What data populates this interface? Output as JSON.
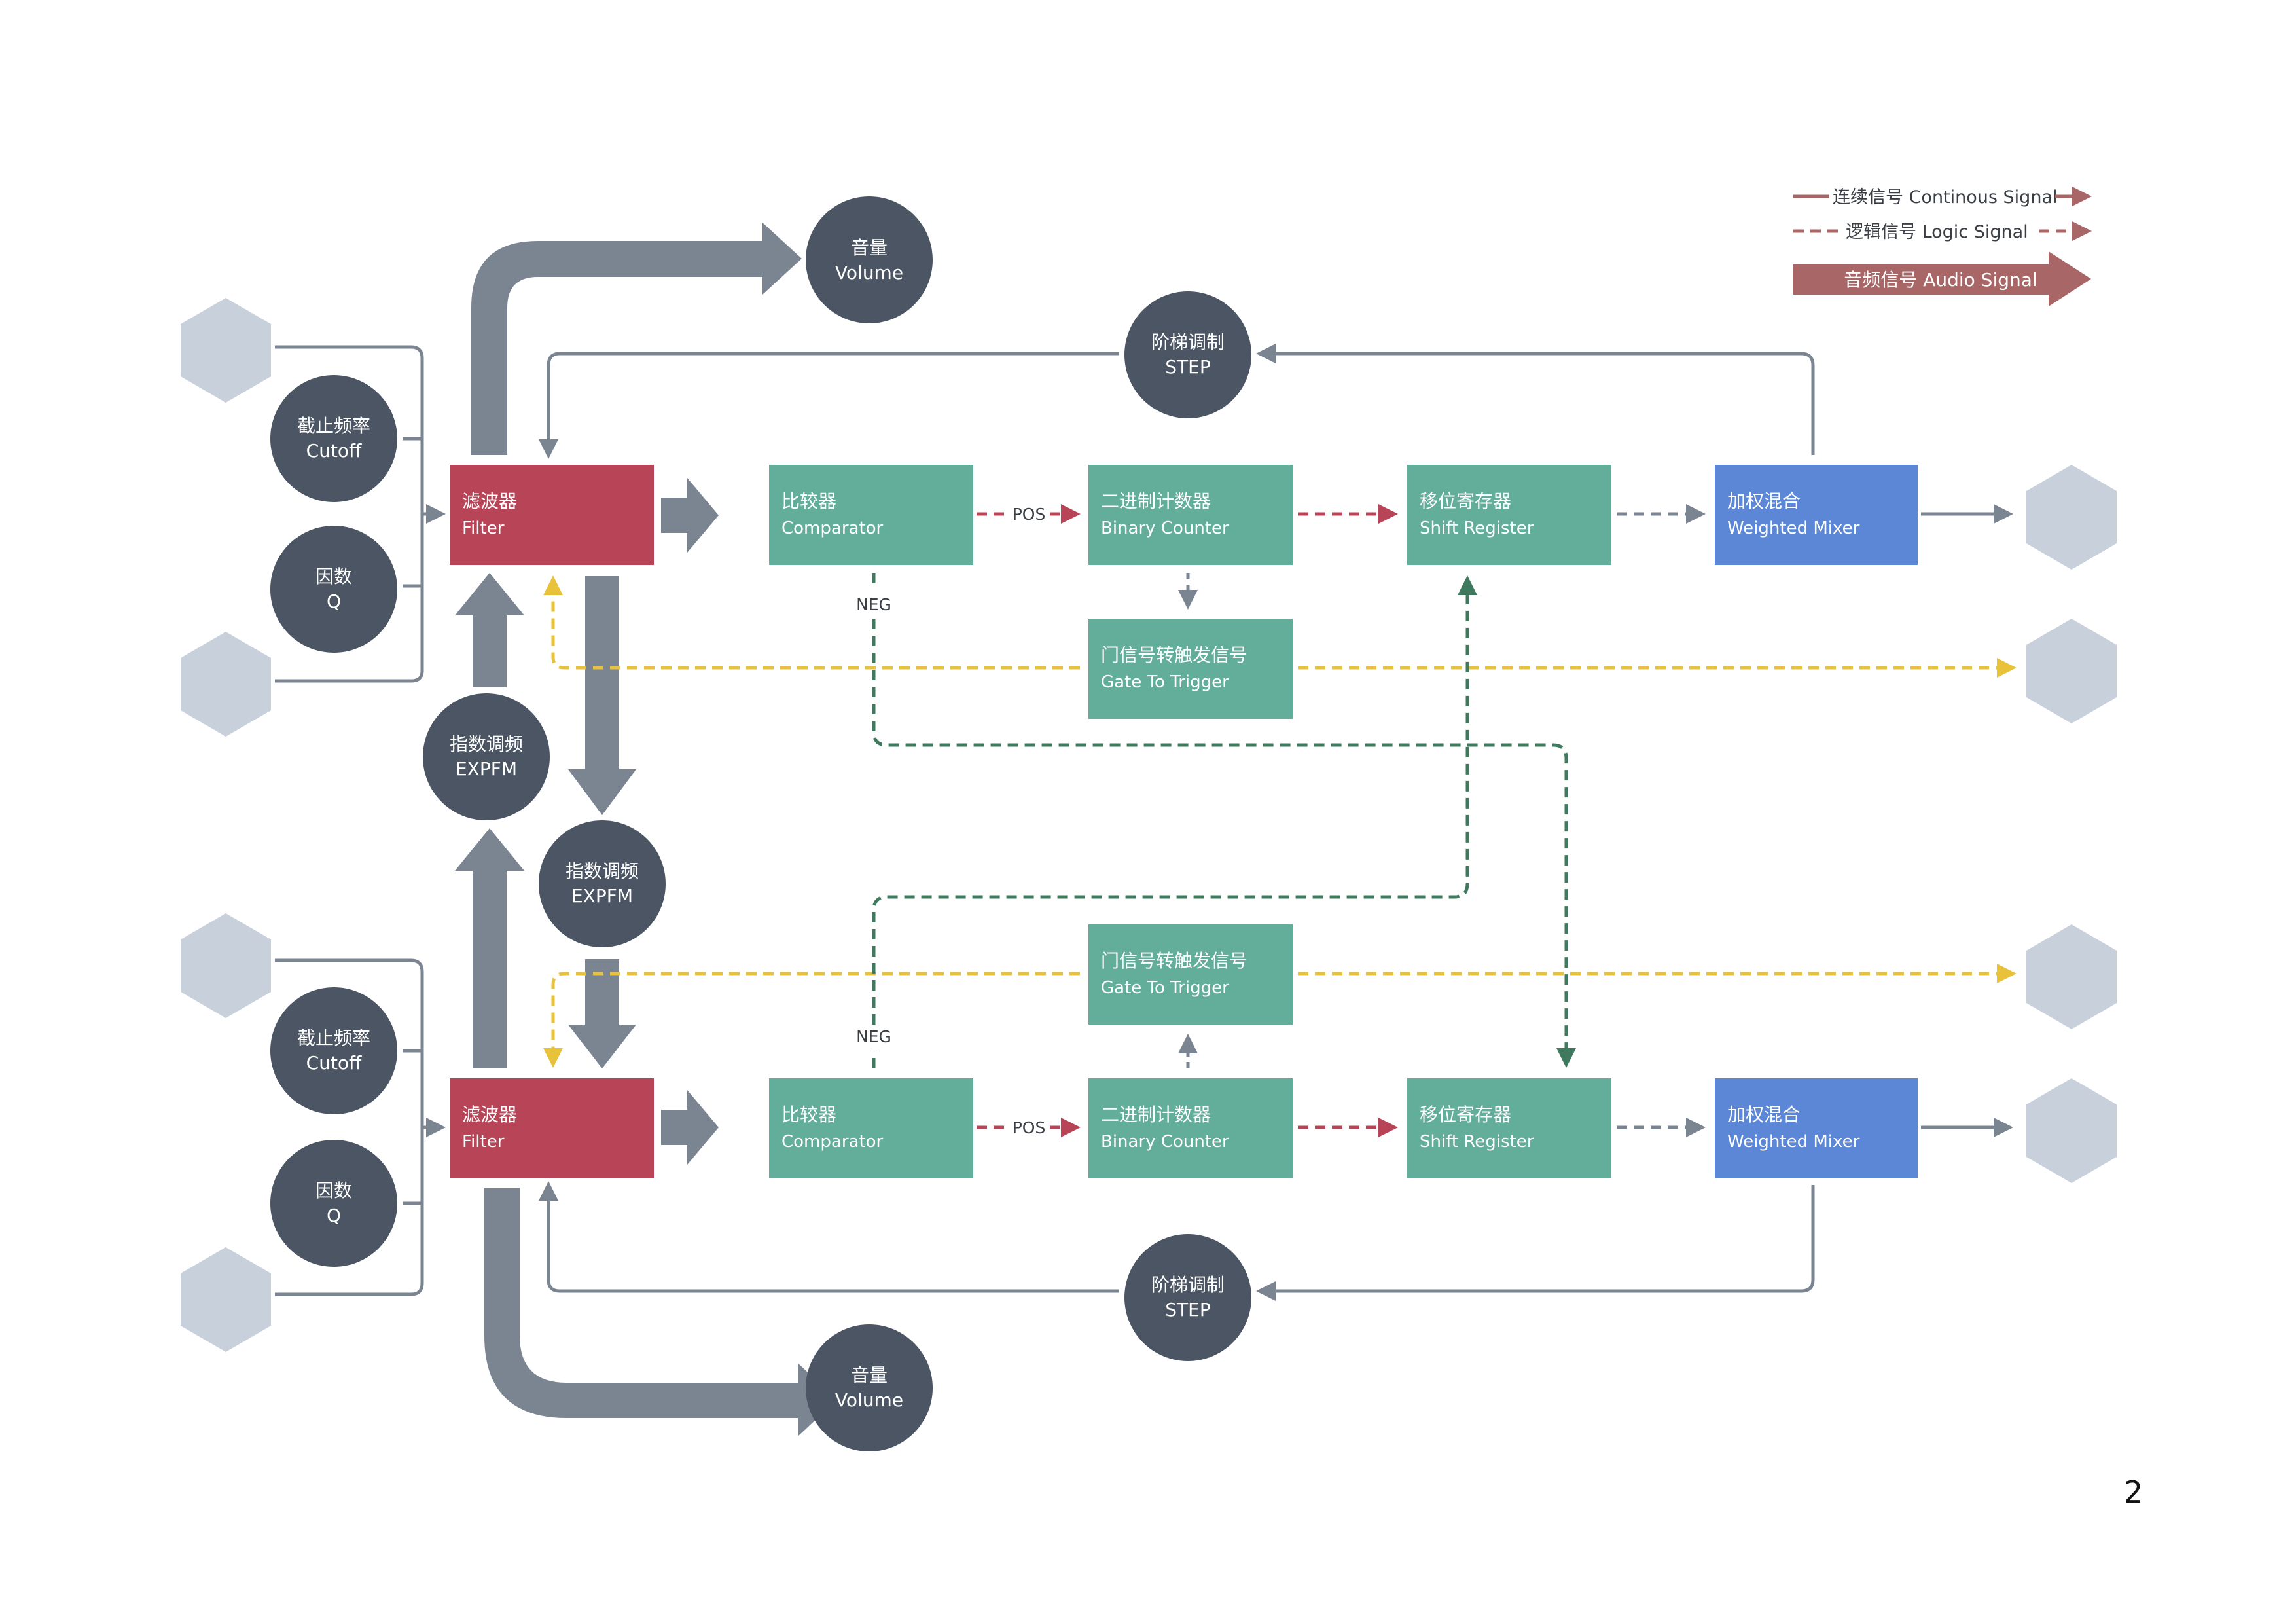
{
  "legend": {
    "continuous": "连续信号 Continous Signal",
    "logic": "逻辑信号 Logic Signal",
    "audio": "音频信号 Audio Signal"
  },
  "modules": {
    "filter": {
      "title": "滤波器",
      "sub": "Filter"
    },
    "comparator": {
      "title": "比较器",
      "sub": "Comparator"
    },
    "binary_counter": {
      "title": "二进制计数器",
      "sub": "Binary Counter"
    },
    "shift_register": {
      "title": "移位寄存器",
      "sub": "Shift Register"
    },
    "weighted_mixer": {
      "title": "加权混合",
      "sub": "Weighted Mixer"
    },
    "gate_to_trigger": {
      "title": "门信号转触发信号",
      "sub": "Gate To Trigger"
    }
  },
  "knobs": {
    "volume": {
      "title": "音量",
      "sub": "Volume"
    },
    "step": {
      "title": "阶梯调制",
      "sub": "STEP"
    },
    "cutoff": {
      "title": "截止频率",
      "sub": "Cutoff"
    },
    "q": {
      "title": "因数",
      "sub": "Q"
    },
    "expfm": {
      "title": "指数调频",
      "sub": "EXPFM"
    }
  },
  "labels": {
    "pos": "POS",
    "neg": "NEG"
  },
  "page_number": "2",
  "colors": {
    "filter": "#b84557",
    "logic_module": "#62ae9b",
    "mixer": "#5b87d6",
    "knob": "#4b5563",
    "io_hexagon": "#c8d0dc",
    "audio_arrow": "#7b8591",
    "continuous_line": "#7b8591",
    "logic_red": "#b84557",
    "logic_gray": "#7b8591",
    "logic_yellow": "#e8c23b",
    "logic_green": "#3f7a5e",
    "legend_line": "#a86666"
  }
}
